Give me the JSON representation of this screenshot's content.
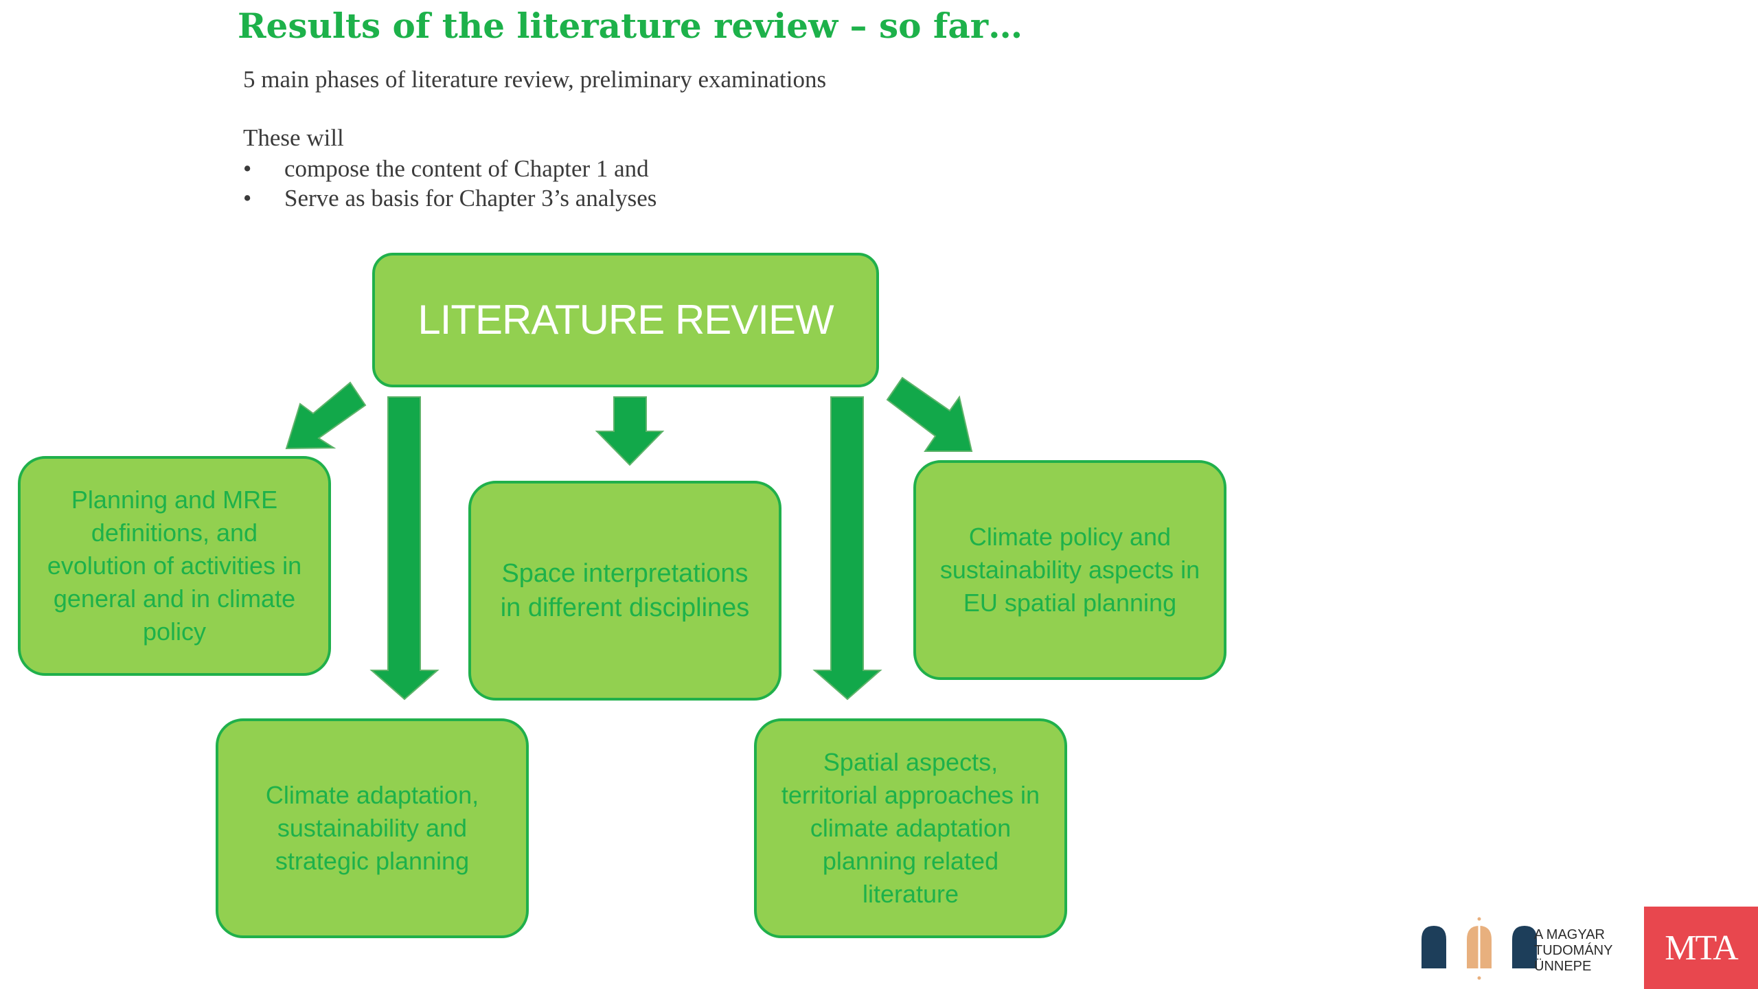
{
  "slide": {
    "title": "Results of the literature review – so far…",
    "subtitle": "5 main phases of literature review, preliminary examinations",
    "intro": "These will",
    "bullets": [
      {
        "mark": "•",
        "text": "compose the content of Chapter 1 and"
      },
      {
        "mark": "•",
        "text": "Serve as basis for Chapter 3’s analyses"
      }
    ]
  },
  "diagram": {
    "main": "LITERATURE REVIEW",
    "topics": [
      "Planning and MRE definitions, and evolution of activities in general and in climate policy",
      "Climate adaptation, sustainability and strategic planning",
      "Space interpretations in different disciplines",
      "Spatial aspects, territorial approaches in climate adaptation planning related literature",
      "Climate policy and sustainability aspects in EU spatial planning"
    ]
  },
  "logo": {
    "text": "A MAGYAR\nTUDOMÁNY\nÜNNEPE",
    "mta": "MTA"
  },
  "colors": {
    "title": "#1db14a",
    "box_fill": "#92d050",
    "box_border": "#20b04b",
    "arrow": "#12a84a",
    "mta_red": "#e8474e",
    "logo_navy": "#1d3e5a",
    "logo_peach": "#e8b07e"
  }
}
